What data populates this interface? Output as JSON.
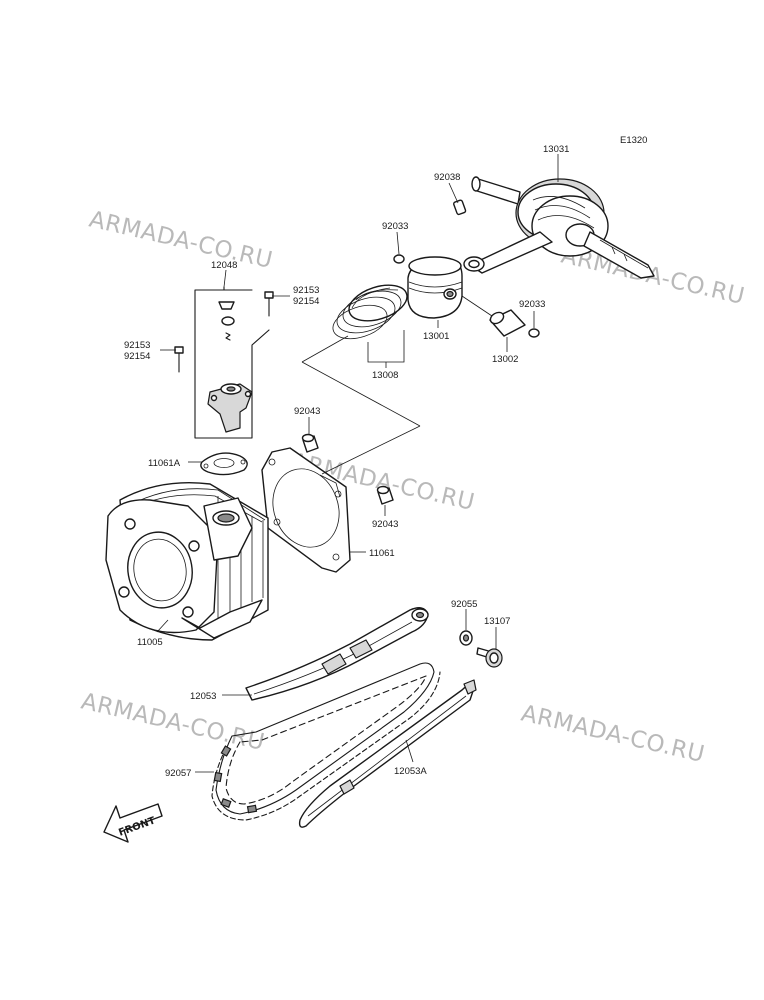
{
  "diagram": {
    "code": "E1320",
    "front_label": "FRONT",
    "watermarks": [
      "ARMADA-CO.RU",
      "ARMADA-CO.RU",
      "ARMADA-CO.RU",
      "ARMADA-CO.RU",
      "ARMADA-CO.RU"
    ],
    "parts": [
      {
        "label": "13031"
      },
      {
        "label": "92038"
      },
      {
        "label": "92033"
      },
      {
        "label": "12048"
      },
      {
        "label": "92153"
      },
      {
        "label": "92154"
      },
      {
        "label": "92153"
      },
      {
        "label": "92154"
      },
      {
        "label": "13001"
      },
      {
        "label": "92033"
      },
      {
        "label": "13002"
      },
      {
        "label": "13008"
      },
      {
        "label": "92043"
      },
      {
        "label": "11061A"
      },
      {
        "label": "92043"
      },
      {
        "label": "11061"
      },
      {
        "label": "11005"
      },
      {
        "label": "92055"
      },
      {
        "label": "13107"
      },
      {
        "label": "12053"
      },
      {
        "label": "92057"
      },
      {
        "label": "12053A"
      }
    ]
  }
}
